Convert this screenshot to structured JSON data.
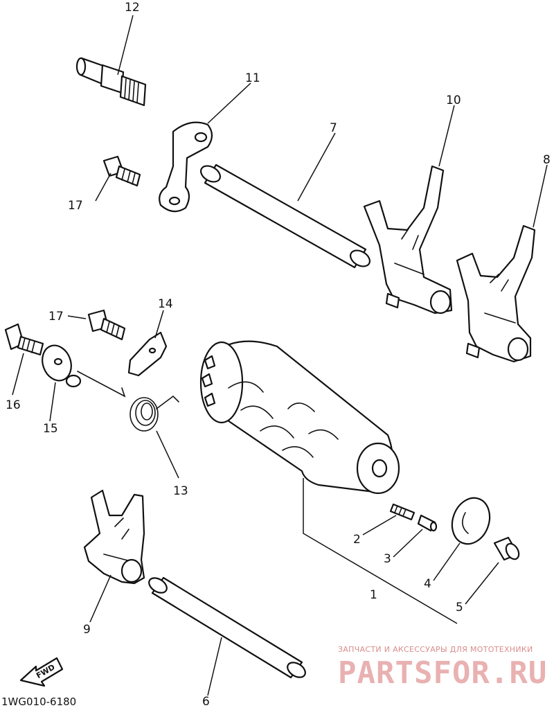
{
  "diagram": {
    "callouts": [
      "1",
      "2",
      "3",
      "4",
      "5",
      "6",
      "7",
      "8",
      "9",
      "10",
      "11",
      "12",
      "13",
      "14",
      "15",
      "16",
      "17"
    ],
    "second_17": "17",
    "diagram_code": "1WG010-6180",
    "direction_badge": "FWD"
  },
  "watermark": {
    "tagline": "ЗАПЧАСТИ И АКСЕССУАРЫ ДЛЯ МОТОТЕХНИКИ",
    "logo": "PARTSFOR.RU",
    "color": "#e9a0a0"
  }
}
